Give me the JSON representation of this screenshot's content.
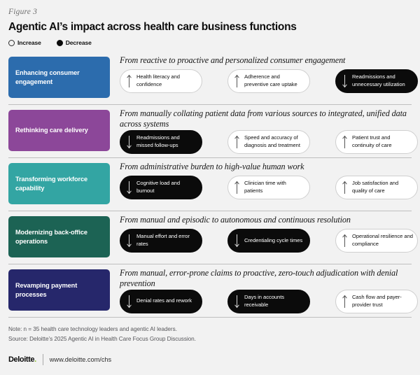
{
  "figure": {
    "label": "Figure 3",
    "title": "Agentic AI’s impact across health care business functions"
  },
  "legend": {
    "items": [
      {
        "label": "Increase",
        "marker": "open-circle-icon",
        "direction": "up"
      },
      {
        "label": "Decrease",
        "marker": "filled-circle-icon",
        "direction": "down"
      }
    ]
  },
  "colors": {
    "background": "#f2f2f2",
    "blue": "#2c6cad",
    "purple": "#8c4799",
    "teal": "#33a5a3",
    "green": "#1c6354",
    "navy": "#26276b",
    "decrease_fill": "#0b0b0b",
    "increase_fill": "#ffffff",
    "increase_border": "#cfcfcf",
    "rule": "#bfbfbf",
    "deloitte_green": "#86bc25"
  },
  "rows": [
    {
      "category": "Enhancing consumer engagement",
      "color": "#2c6cad",
      "shift": "From reactive to proactive and personalized consumer engagement",
      "pills": [
        {
          "direction": "up",
          "text": "Health literacy and confidence"
        },
        {
          "direction": "up",
          "text": "Adherence and preventive care uptake"
        },
        {
          "direction": "down",
          "text": "Readmissions and unnecessary utilization"
        }
      ]
    },
    {
      "category": "Rethinking care delivery",
      "color": "#8c4799",
      "shift": "From manually collating patient data from various sources to integrated, unified data across systems",
      "pills": [
        {
          "direction": "down",
          "text": "Readmissions and missed follow-ups"
        },
        {
          "direction": "up",
          "text": "Speed and accuracy of diagnosis and treatment"
        },
        {
          "direction": "up",
          "text": "Patient trust and continuity of care"
        }
      ]
    },
    {
      "category": "Transforming workforce capability",
      "color": "#33a5a3",
      "shift": "From administrative burden to high-value human work",
      "pills": [
        {
          "direction": "down",
          "text": "Cognitive load and burnout"
        },
        {
          "direction": "up",
          "text": "Clinician time with patients"
        },
        {
          "direction": "up",
          "text": "Job satisfaction and quality of care"
        }
      ]
    },
    {
      "category": "Modernizing back-office operations",
      "color": "#1c6354",
      "shift": "From manual and episodic to autonomous and continuous resolution",
      "pills": [
        {
          "direction": "down",
          "text": "Manual effort and error rates"
        },
        {
          "direction": "down",
          "text": "Credentialing cycle times"
        },
        {
          "direction": "up",
          "text": "Operational resilience and compliance"
        }
      ]
    },
    {
      "category": "Revamping payment processes",
      "color": "#26276b",
      "shift": "From manual, error-prone claims to proactive, zero-touch adjudication with denial prevention",
      "pills": [
        {
          "direction": "down",
          "text": "Denial rates and rework"
        },
        {
          "direction": "down",
          "text": "Days in accounts receivable"
        },
        {
          "direction": "up",
          "text": "Cash flow and payer-provider trust"
        }
      ]
    }
  ],
  "footer": {
    "note": "Note: n = 35 health care technology leaders and agentic AI leaders.",
    "source": "Source: Deloitte’s 2025 Agentic AI in Health Care Focus Group Discussion.",
    "brand": "Deloitte",
    "brand_dot": ".",
    "url": "www.deloitte.com/chs"
  }
}
